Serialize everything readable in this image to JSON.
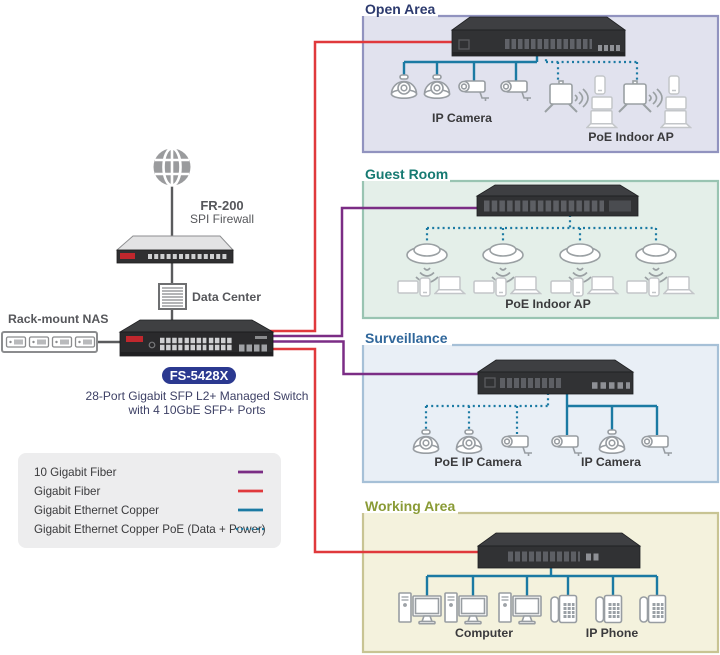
{
  "left_column": {
    "firewall_model": "FR-200",
    "firewall_desc": "SPI Firewall",
    "data_center_label": "Data Center",
    "nas_label": "Rack-mount NAS",
    "switch_model": "FS-5428X",
    "switch_desc_line1": "28-Port Gigabit SFP L2+ Managed Switch",
    "switch_desc_line2": "with 4 10GbE SFP+ Ports"
  },
  "legend": {
    "items": [
      {
        "label": "10 Gigabit Fiber",
        "style": "solid"
      },
      {
        "label": "Gigabit Fiber",
        "style": "solid"
      },
      {
        "label": "Gigabit Ethernet Copper",
        "style": "solid"
      },
      {
        "label": "Gigabit Ethernet Copper PoE (Data + Power)",
        "style": "dotted"
      }
    ]
  },
  "zones": {
    "open_area": {
      "title": "Open Area",
      "camera_label": "IP Camera",
      "ap_label": "PoE Indoor AP"
    },
    "guest_room": {
      "title": "Guest Room",
      "ap_label": "PoE Indoor AP"
    },
    "surveillance": {
      "title": "Surveillance",
      "poe_camera_label": "PoE IP Camera",
      "camera_label": "IP Camera"
    },
    "working_area": {
      "title": "Working Area",
      "computer_label": "Computer",
      "phone_label": "IP Phone"
    }
  },
  "colors": {
    "ten_gig_fiber": "#7b2d85",
    "gig_fiber": "#e0393c",
    "gig_copper": "#1b7aa3",
    "gig_copper_poe": "#1b7aa3",
    "badge": "#2b3990",
    "open_area_title": "#2c3a6e",
    "guest_room_title": "#167a72",
    "surveillance_title": "#30679b",
    "working_area_title": "#8a9b36"
  }
}
